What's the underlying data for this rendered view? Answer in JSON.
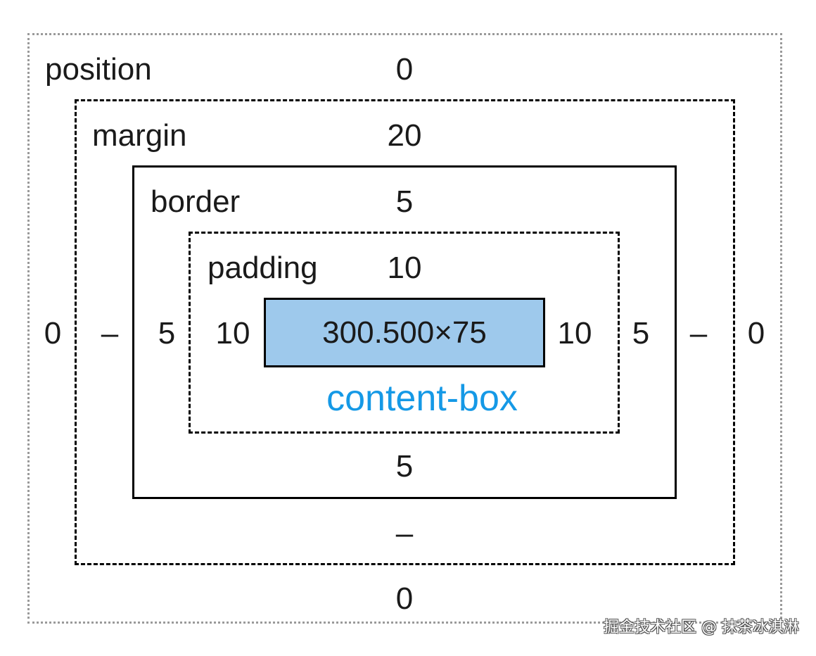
{
  "position": {
    "label": "position",
    "top": "0",
    "bottom": "0",
    "left": "0",
    "right": "0"
  },
  "margin": {
    "label": "margin",
    "top": "20",
    "bottom": "–",
    "left": "–",
    "right": "–"
  },
  "border": {
    "label": "border",
    "top": "5",
    "bottom": "5",
    "left": "5",
    "right": "5"
  },
  "padding": {
    "label": "padding",
    "top": "10",
    "left": "10",
    "right": "10"
  },
  "content": {
    "size": "300.500×75",
    "box_sizing_label": "content-box"
  },
  "watermark": "掘金技术社区 @ 抹茶冰淇淋",
  "colors": {
    "content_fill": "#9ec9ec",
    "content_box_label": "#1599e6",
    "position_outline": "#9a9a9a"
  }
}
